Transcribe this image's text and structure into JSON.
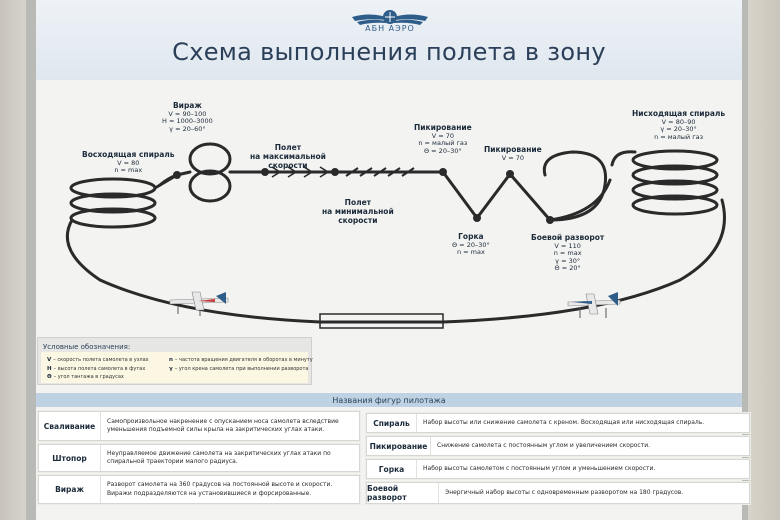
{
  "poster": {
    "logo_text": "АБН АЭРО",
    "title": "Схема выполнения полета в зону"
  },
  "diagram": {
    "climb_spiral": {
      "name": "Восходящая спираль",
      "params": [
        "V = 80",
        "n = max"
      ]
    },
    "turn": {
      "name": "Вираж",
      "params": [
        "V = 90–100",
        "H = 1000–3000",
        "γ = 20–60°"
      ]
    },
    "max_speed": {
      "name": "Полет\nна максимальной\nскорости"
    },
    "min_speed": {
      "name": "Полет\nна минимальной\nскорости"
    },
    "dive1": {
      "name": "Пикирование",
      "params": [
        "V = 70",
        "n = малый газ",
        "Θ = 20–30°"
      ]
    },
    "dive2": {
      "name": "Пикирование",
      "params": [
        "V = 70"
      ]
    },
    "hill": {
      "name": "Горка",
      "params": [
        "Θ = 20–30°",
        "n = max"
      ]
    },
    "combat_turn": {
      "name": "Боевой разворот",
      "params": [
        "V = 110",
        "n = max",
        "γ = 30°",
        "Θ = 20°"
      ]
    },
    "descend_spiral": {
      "name": "Нисходящая спираль",
      "params": [
        "V = 80–90",
        "γ = 20–30°",
        "n = малый газ"
      ]
    }
  },
  "legend": {
    "title": "Условные обозначения:",
    "items": [
      {
        "sym": "V",
        "text": "– скорость полета самолета в узлах"
      },
      {
        "sym": "H",
        "text": "– высота полета самолета в футах"
      },
      {
        "sym": "Θ",
        "text": "– угол тангажа в градусах"
      },
      {
        "sym": "n",
        "text": "– частота вращения двигателя в оборотах в минуту"
      },
      {
        "sym": "γ",
        "text": "– угол крена самолета при выполнении разворота"
      }
    ]
  },
  "figures": {
    "title": "Названия фигур пилотажа",
    "items": [
      {
        "name": "Сваливание",
        "desc": "Самопроизвольное накренение с опусканием носа самолета вследствие уменьшения подъемной силы крыла на закритических углах атаки."
      },
      {
        "name": "Штопор",
        "desc": "Неуправляемое движение самолета на закритических углах атаки по спиральной траектории малого радиуса."
      },
      {
        "name": "Вираж",
        "desc": "Разворот самолета на 360 градусов на постоянной высоте и скорости. Виражи подразделяются на установившиеся и форсированные."
      },
      {
        "name": "Спираль",
        "desc": "Набор высоты или снижение самолета с креном. Восходящая или нисходящая спираль."
      },
      {
        "name": "Пикирование",
        "desc": "Снижение самолета с постоянным углом и увеличением скорости."
      },
      {
        "name": "Горка",
        "desc": "Набор высоты самолетом с постоянным углом и уменьшением скорости."
      },
      {
        "name": "Боевой разворот",
        "desc": "Энергичный набор высоты с одновременным разворотом на 180 градусов."
      }
    ]
  },
  "colors": {
    "path": "#2a2a2a",
    "heading": "#2b3f59",
    "accent_red": "#c43a3a",
    "accent_blue": "#2f5d8a"
  }
}
